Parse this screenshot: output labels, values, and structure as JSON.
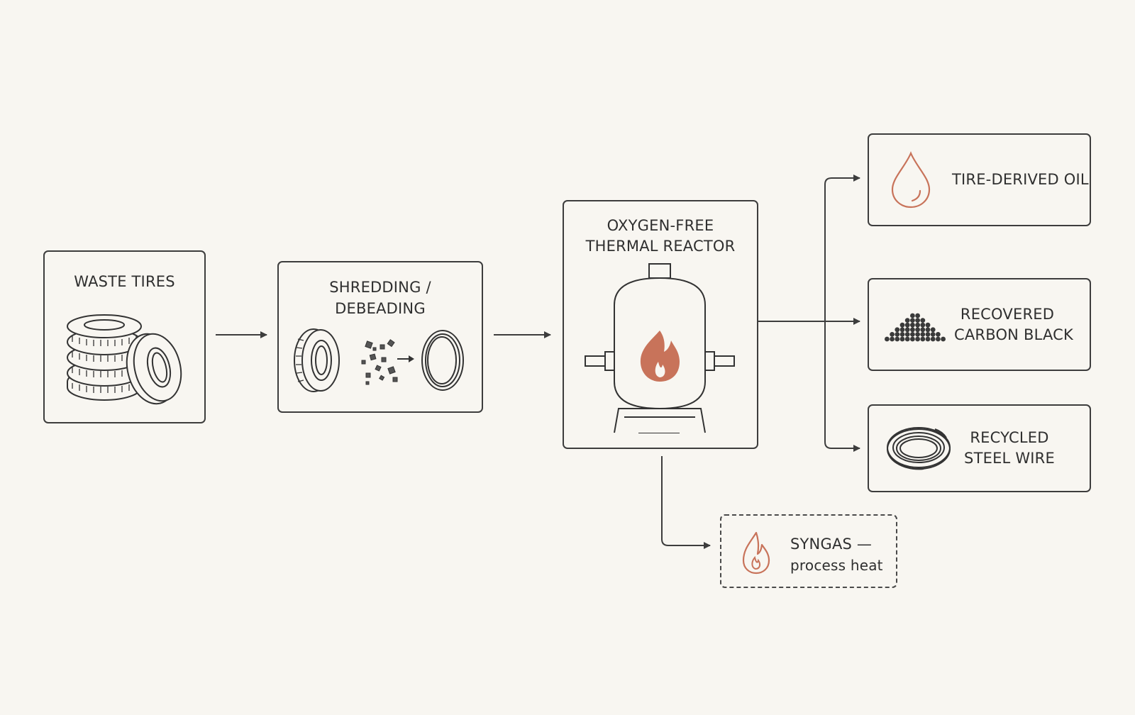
{
  "colors": {
    "background": "#f8f6f1",
    "stroke": "#3d3d3d",
    "accent": "#c8735a"
  },
  "nodes": {
    "waste_tires": {
      "label": "WASTE TIRES",
      "icon": "tire-stack-icon"
    },
    "shredding": {
      "line1": "SHREDDING /",
      "line2": "DEBEADING",
      "icon": "shredding-icon"
    },
    "reactor": {
      "line1": "OXYGEN-FREE",
      "line2": "THERMAL REACTOR",
      "icon": "reactor-flame-icon"
    },
    "oil": {
      "label": "TIRE-DERIVED OIL",
      "icon": "oil-drop-icon"
    },
    "carbon": {
      "line1": "RECOVERED",
      "line2": "CARBON BLACK",
      "icon": "carbon-pile-icon"
    },
    "steel": {
      "line1": "RECYCLED",
      "line2": "STEEL WIRE",
      "icon": "wire-coil-icon"
    },
    "syngas": {
      "line1": "SYNGAS —",
      "line2": "process heat",
      "icon": "flame-icon"
    }
  }
}
